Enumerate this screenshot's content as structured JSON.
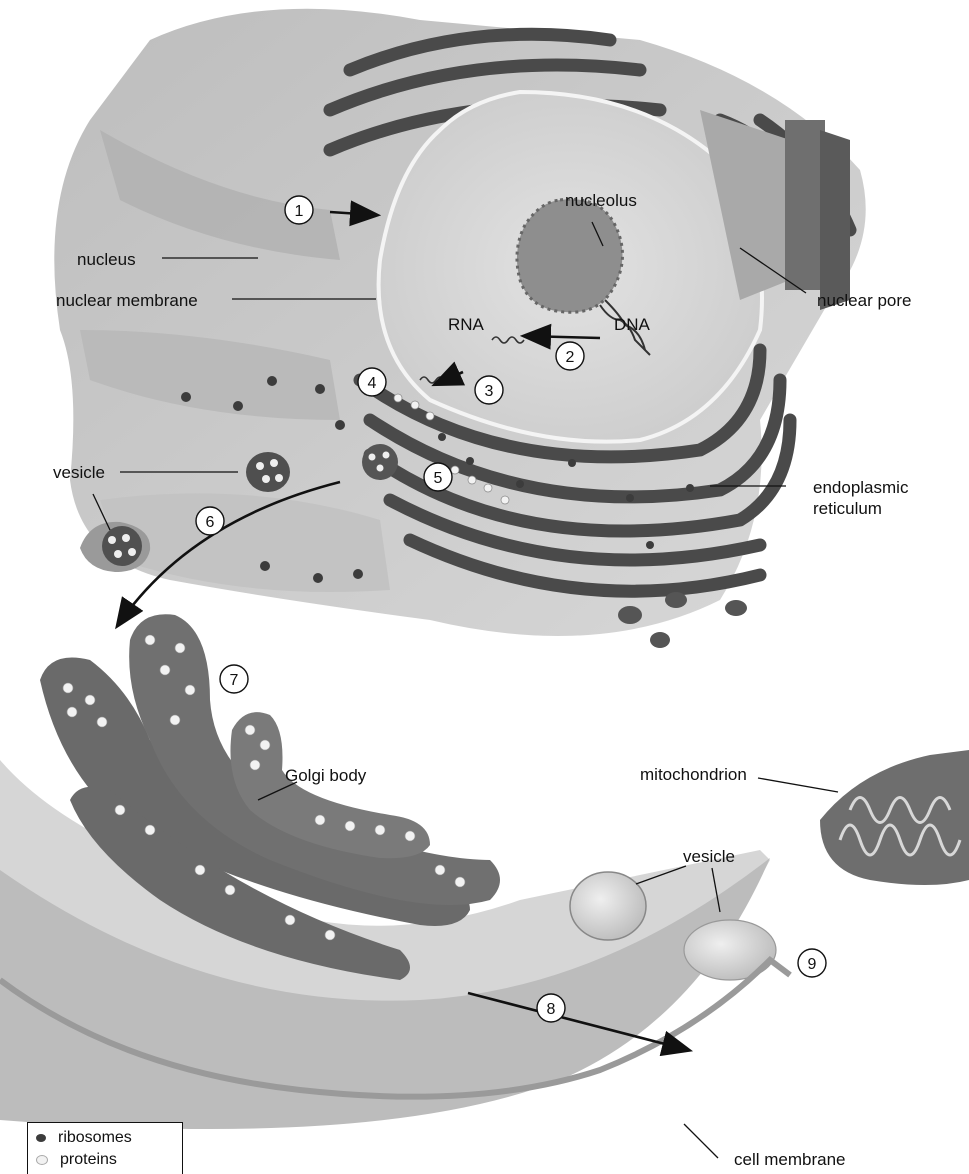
{
  "labels": {
    "nucleolus": "nucleolus",
    "nucleus": "nucleus",
    "nuclear_membrane": "nuclear membrane",
    "nuclear_pore": "nuclear pore",
    "rna": "RNA",
    "dna": "DNA",
    "vesicle_top": "vesicle",
    "endoplasmic_reticulum_line1": "endoplasmic",
    "endoplasmic_reticulum_line2": "reticulum",
    "golgi_body": "Golgi body",
    "mitochondrion": "mitochondrion",
    "vesicle_bottom": "vesicle",
    "cell_membrane": "cell membrane"
  },
  "steps": [
    "1",
    "2",
    "3",
    "4",
    "5",
    "6",
    "7",
    "8",
    "9"
  ],
  "legend": {
    "ribosomes": "ribosomes",
    "proteins": "proteins"
  },
  "colors": {
    "ribosome": "#3c3c3c",
    "protein": "#f2f2f2",
    "membrane_dark": "#4a4a4a",
    "cytoplasm": "#c9c9c9"
  }
}
